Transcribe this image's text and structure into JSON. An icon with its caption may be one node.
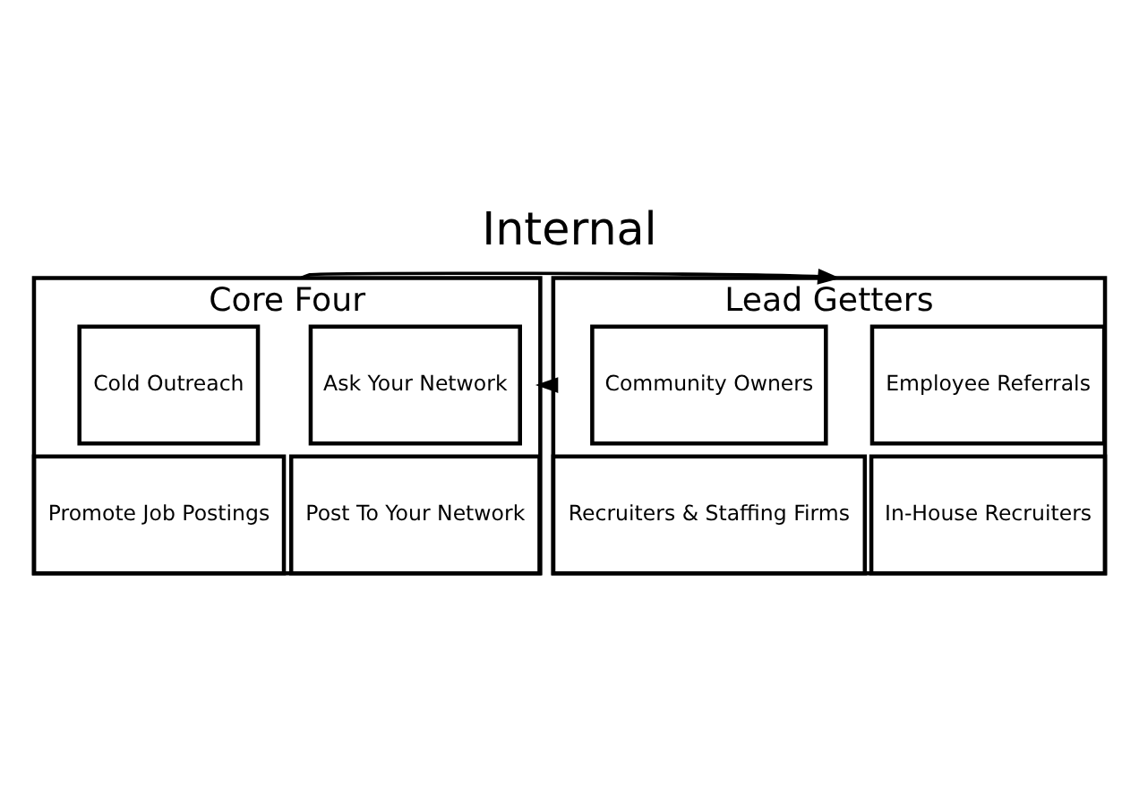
{
  "diagram": {
    "title": "Internal",
    "nodes": [
      {
        "text": [
          "Core Four"
        ]
      },
      {
        "text": [
          "Ask Your Network"
        ],
        "in": 0
      },
      {
        "text": [
          "Cold Outreach"
        ],
        "in": 0
      },
      {
        "text": [
          "Post To Your Network"
        ],
        "in": 0
      },
      {
        "text": [
          "Promote Job Postings"
        ],
        "in": 0
      },
      {
        "text": [
          "Lead Getters"
        ]
      },
      {
        "text": [
          "Employee Referrals"
        ],
        "in": 5
      },
      {
        "text": [
          "Community Owners"
        ],
        "in": 5
      },
      {
        "text": [
          "In-House Recruiters"
        ],
        "in": 5
      },
      {
        "text": [
          "Recruiters & Staffing Firms"
        ],
        "in": 5
      }
    ],
    "edges": [
      {
        "from": 0,
        "to": 5,
        "arrow": "to"
      },
      {
        "from": 5,
        "to": 0,
        "arrow": "to"
      }
    ]
  }
}
